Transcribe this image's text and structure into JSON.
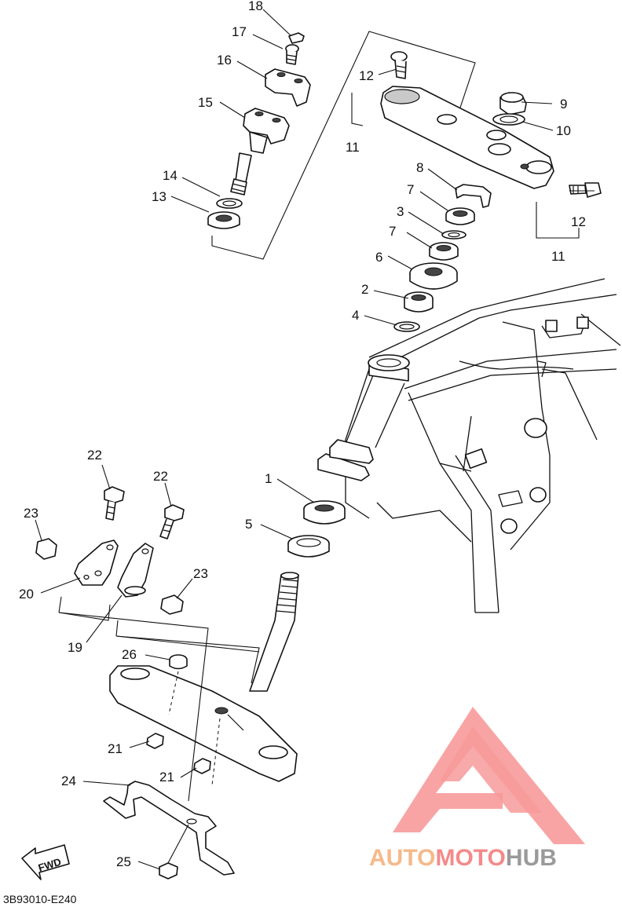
{
  "diagram_code": "3B93010-E240",
  "fwd_label": "FWD",
  "watermark": {
    "brand_auto": "AUTO",
    "brand_moto": "MOTO",
    "brand_hub": "HUB",
    "colors": {
      "triangle": "#f79a9a",
      "auto": "#f6b98a",
      "moto": "#f48a8a",
      "hub": "#9a9a9a"
    }
  },
  "callouts": {
    "c1": "1",
    "c2": "2",
    "c3": "3",
    "c4": "4",
    "c5": "5",
    "c6": "6",
    "c7a": "7",
    "c7b": "7",
    "c8": "8",
    "c9": "9",
    "c10": "10",
    "c11a": "11",
    "c11b": "11",
    "c12a": "12",
    "c12b": "12",
    "c13": "13",
    "c14": "14",
    "c15": "15",
    "c16": "16",
    "c17": "17",
    "c18": "18",
    "c19": "19",
    "c20": "20",
    "c21a": "21",
    "c21b": "21",
    "c22a": "22",
    "c22b": "22",
    "c23a": "23",
    "c23b": "23",
    "c24": "24",
    "c25": "25",
    "c26": "26"
  }
}
